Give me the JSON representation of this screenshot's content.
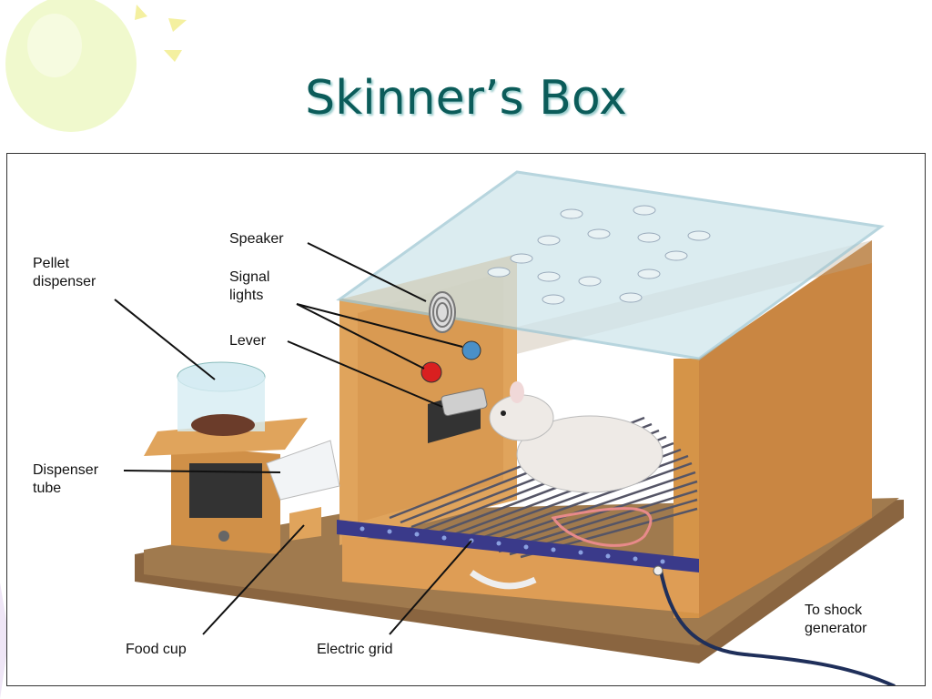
{
  "slide": {
    "title": "Skinner’s Box",
    "accent_color": "#0b5c5a",
    "background": "#ffffff"
  },
  "diagram": {
    "labels": {
      "speaker": "Speaker",
      "signal_lights": "Signal\nlights",
      "lever": "Lever",
      "pellet_dispenser": "Pellet\ndispenser",
      "dispenser_tube": "Dispenser\ntube",
      "food_cup": "Food cup",
      "electric_grid": "Electric grid",
      "shock_generator": "To shock\ngenerator"
    },
    "colors": {
      "wood": "#d9984e",
      "wood_dark": "#b8783a",
      "base": "#7a5a3a",
      "glass": "#cfe6ec",
      "grid_bar": "#4a4a5a",
      "light_red": "#d92020",
      "light_blue": "#4a90c8",
      "rat": "#eeeae6",
      "tail": "#e88a8a"
    }
  }
}
